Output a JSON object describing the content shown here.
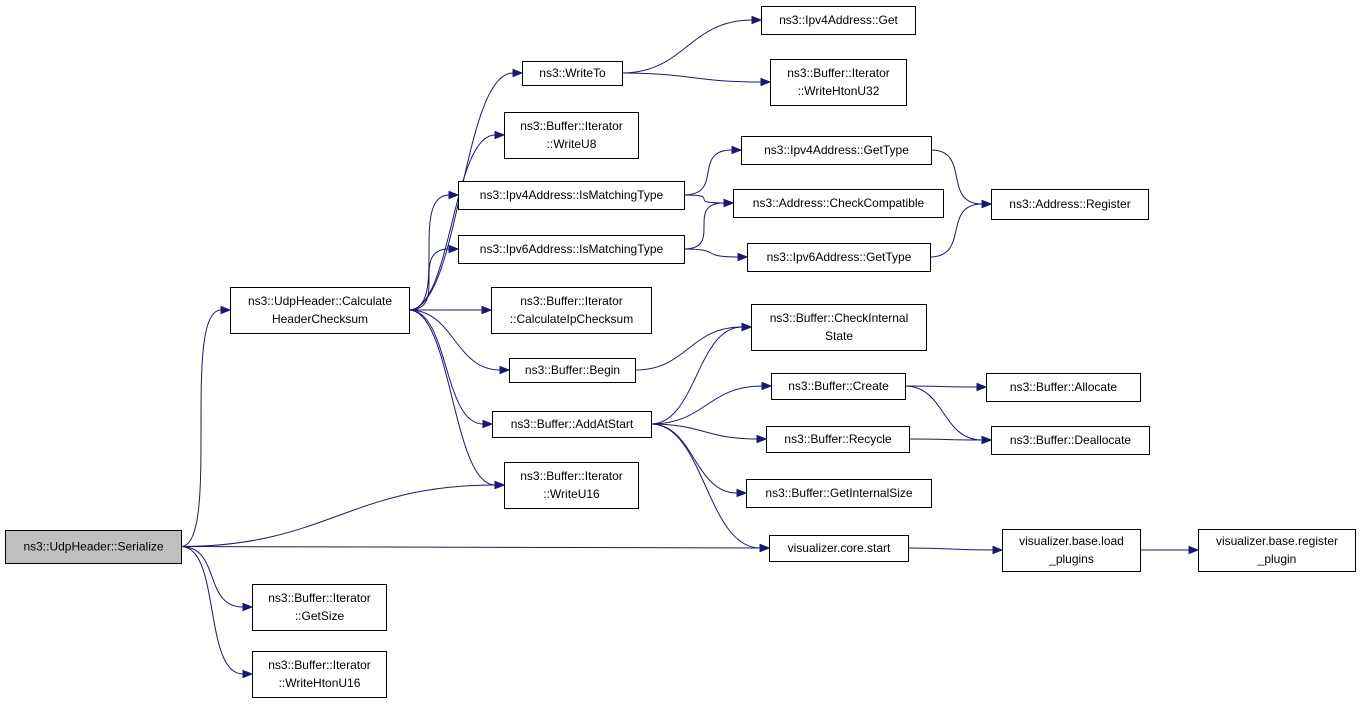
{
  "colors": {
    "edge": "#191970",
    "root_fill": "#bfbfbf",
    "node_fill": "#ffffff",
    "border": "#000000"
  },
  "nodes": [
    {
      "id": "serialize",
      "lines": [
        "ns3::UdpHeader::Serialize"
      ],
      "root": true
    },
    {
      "id": "calc",
      "lines": [
        "ns3::UdpHeader::Calculate",
        "HeaderChecksum"
      ]
    },
    {
      "id": "getsize",
      "lines": [
        "ns3::Buffer::Iterator",
        "::GetSize"
      ]
    },
    {
      "id": "writehtonu16",
      "lines": [
        "ns3::Buffer::Iterator",
        "::WriteHtonU16"
      ]
    },
    {
      "id": "writeto",
      "lines": [
        "ns3::WriteTo"
      ]
    },
    {
      "id": "writeu8",
      "lines": [
        "ns3::Buffer::Iterator",
        "::WriteU8"
      ]
    },
    {
      "id": "ipv4match",
      "lines": [
        "ns3::Ipv4Address::IsMatchingType"
      ]
    },
    {
      "id": "ipv6match",
      "lines": [
        "ns3::Ipv6Address::IsMatchingType"
      ]
    },
    {
      "id": "calcip",
      "lines": [
        "ns3::Buffer::Iterator",
        "::CalculateIpChecksum"
      ]
    },
    {
      "id": "begin",
      "lines": [
        "ns3::Buffer::Begin"
      ]
    },
    {
      "id": "addatstart",
      "lines": [
        "ns3::Buffer::AddAtStart"
      ]
    },
    {
      "id": "writeu16",
      "lines": [
        "ns3::Buffer::Iterator",
        "::WriteU16"
      ]
    },
    {
      "id": "ipv4get",
      "lines": [
        "ns3::Ipv4Address::Get"
      ]
    },
    {
      "id": "writehtonu32",
      "lines": [
        "ns3::Buffer::Iterator",
        "::WriteHtonU32"
      ]
    },
    {
      "id": "ipv4gettype",
      "lines": [
        "ns3::Ipv4Address::GetType"
      ]
    },
    {
      "id": "checkcompat",
      "lines": [
        "ns3::Address::CheckCompatible"
      ]
    },
    {
      "id": "ipv6gettype",
      "lines": [
        "ns3::Ipv6Address::GetType"
      ]
    },
    {
      "id": "checkinternal",
      "lines": [
        "ns3::Buffer::CheckInternal",
        "State"
      ]
    },
    {
      "id": "create",
      "lines": [
        "ns3::Buffer::Create"
      ]
    },
    {
      "id": "recycle",
      "lines": [
        "ns3::Buffer::Recycle"
      ]
    },
    {
      "id": "getinternalsize",
      "lines": [
        "ns3::Buffer::GetInternalSize"
      ]
    },
    {
      "id": "corestart",
      "lines": [
        "visualizer.core.start"
      ]
    },
    {
      "id": "register",
      "lines": [
        "ns3::Address::Register"
      ]
    },
    {
      "id": "allocate",
      "lines": [
        "ns3::Buffer::Allocate"
      ]
    },
    {
      "id": "deallocate",
      "lines": [
        "ns3::Buffer::Deallocate"
      ]
    },
    {
      "id": "loadplugins",
      "lines": [
        "visualizer.base.load",
        "_plugins"
      ]
    },
    {
      "id": "registerplugin",
      "lines": [
        "visualizer.base.register",
        "_plugin"
      ]
    }
  ],
  "edges": [
    [
      "serialize",
      "calc"
    ],
    [
      "serialize",
      "writeu16"
    ],
    [
      "serialize",
      "corestart"
    ],
    [
      "serialize",
      "getsize"
    ],
    [
      "serialize",
      "writehtonu16"
    ],
    [
      "calc",
      "writeto"
    ],
    [
      "calc",
      "writeu8"
    ],
    [
      "calc",
      "ipv4match"
    ],
    [
      "calc",
      "ipv6match"
    ],
    [
      "calc",
      "calcip"
    ],
    [
      "calc",
      "begin"
    ],
    [
      "calc",
      "addatstart"
    ],
    [
      "calc",
      "writeu16"
    ],
    [
      "writeto",
      "ipv4get"
    ],
    [
      "writeto",
      "writehtonu32"
    ],
    [
      "ipv4match",
      "ipv4gettype"
    ],
    [
      "ipv4match",
      "checkcompat"
    ],
    [
      "ipv6match",
      "checkcompat"
    ],
    [
      "ipv6match",
      "ipv6gettype"
    ],
    [
      "ipv4gettype",
      "register"
    ],
    [
      "ipv6gettype",
      "register"
    ],
    [
      "begin",
      "checkinternal"
    ],
    [
      "addatstart",
      "checkinternal"
    ],
    [
      "addatstart",
      "create"
    ],
    [
      "addatstart",
      "recycle"
    ],
    [
      "addatstart",
      "getinternalsize"
    ],
    [
      "addatstart",
      "corestart"
    ],
    [
      "create",
      "allocate"
    ],
    [
      "create",
      "deallocate"
    ],
    [
      "recycle",
      "deallocate"
    ],
    [
      "corestart",
      "loadplugins"
    ],
    [
      "loadplugins",
      "registerplugin"
    ]
  ]
}
